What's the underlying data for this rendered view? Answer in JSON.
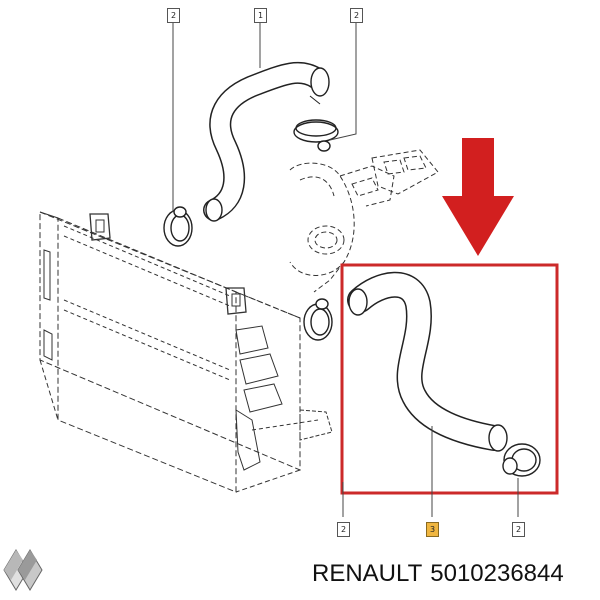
{
  "callouts": {
    "c_top_left": "2",
    "c_top_mid": "1",
    "c_top_right": "2",
    "c_bot_left": "2",
    "c_bot_mid": "3",
    "c_bot_right": "2"
  },
  "caption": {
    "brand": "RENAULT",
    "part_number": "5010236844"
  },
  "colors": {
    "highlight_frame": "#cc2a2a",
    "arrow": "#d21f1f",
    "callout_highlight": "#f0b640",
    "line_art": "#222222"
  },
  "icons": {
    "logo": "renault-diamond-logo",
    "arrow": "down-arrow-indicator"
  }
}
